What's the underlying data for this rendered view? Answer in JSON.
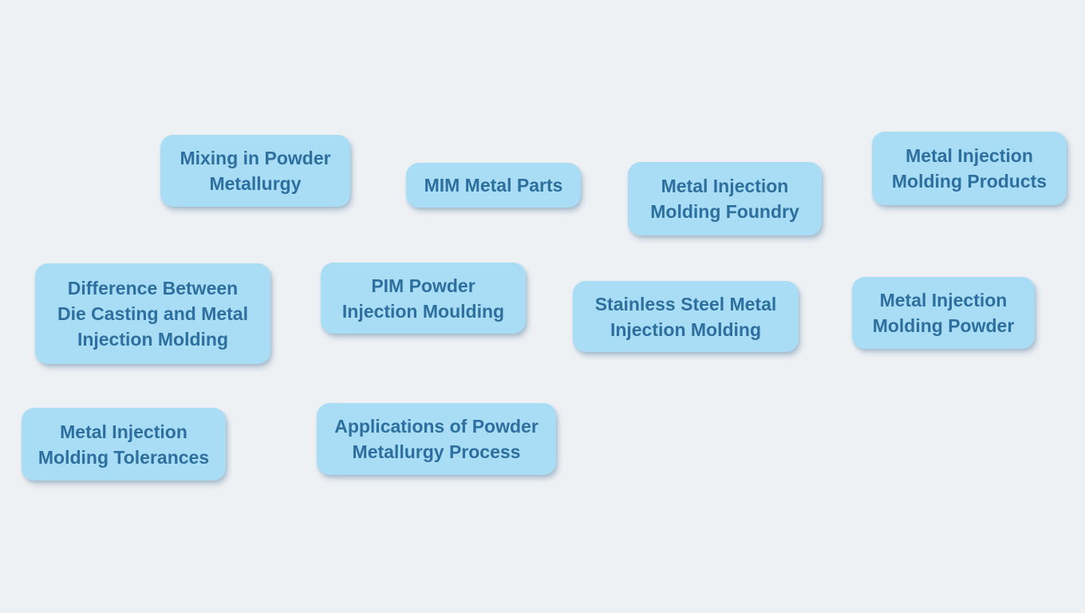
{
  "page": {
    "background_color": "#eef1f4"
  },
  "theme": {
    "card_fill": "#a9ddf6",
    "card_text": "#2d6f9e",
    "shadow": "rgba(125,155,180,0.45)"
  },
  "topics": {
    "cards": [
      {
        "id": "mixing-in-powder-metallurgy",
        "label": "Mixing in Powder\nMetallurgy"
      },
      {
        "id": "mim-metal-parts",
        "label": "MIM Metal Parts"
      },
      {
        "id": "metal-injection-molding-foundry",
        "label": "Metal Injection\nMolding Foundry"
      },
      {
        "id": "metal-injection-molding-products",
        "label": "Metal Injection\nMolding Products"
      },
      {
        "id": "difference-die-casting-vs-mim",
        "label": "Difference Between\nDie Casting and Metal\nInjection Molding"
      },
      {
        "id": "pim-powder-injection-moulding",
        "label": "PIM Powder\nInjection Moulding"
      },
      {
        "id": "stainless-steel-metal-injection-molding",
        "label": "Stainless Steel Metal\nInjection Molding"
      },
      {
        "id": "metal-injection-molding-powder",
        "label": "Metal Injection\nMolding Powder"
      },
      {
        "id": "metal-injection-molding-tolerances",
        "label": "Metal Injection\nMolding Tolerances"
      },
      {
        "id": "applications-of-powder-metallurgy-process",
        "label": "Applications of Powder\nMetallurgy Process"
      }
    ]
  }
}
